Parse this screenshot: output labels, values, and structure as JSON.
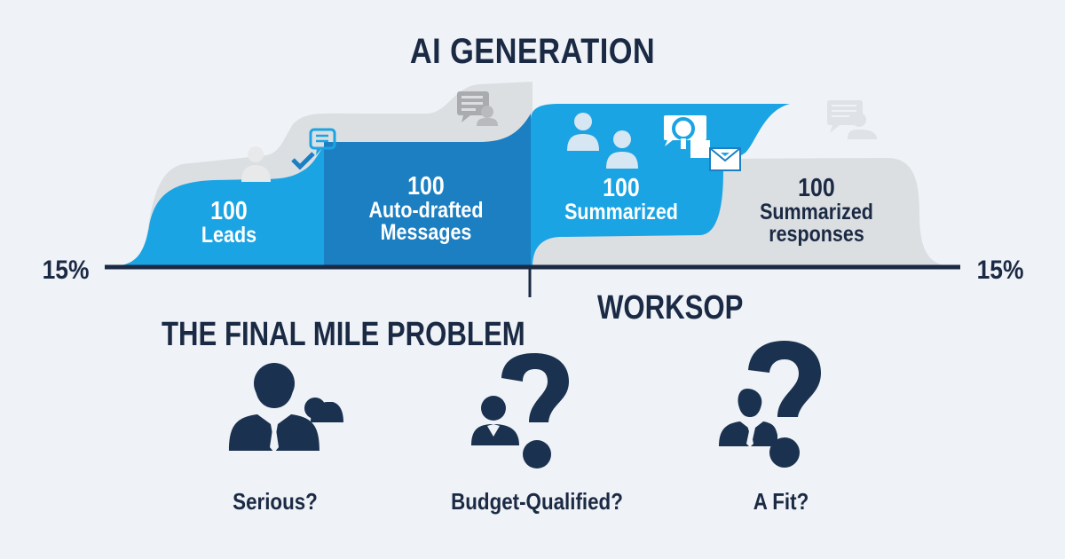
{
  "title": "AI GENERATION",
  "flow": {
    "stages": [
      {
        "number": "100",
        "label": "Leads",
        "fill": "#1ba4e3",
        "text_color": "#ffffff"
      },
      {
        "number": "100",
        "label_line1": "Auto-drafted",
        "label_line2": "Messages",
        "fill": "#1b7fc2",
        "text_color": "#ffffff"
      },
      {
        "number": "100",
        "label": "Summarized",
        "fill": "#1ba4e3",
        "text_color": "#ffffff"
      },
      {
        "number": "100",
        "label_line1": "Summarized",
        "label_line2": "responses",
        "fill": "#dcdfe2",
        "text_color": "#1b2a44"
      }
    ],
    "axis": {
      "left_label": "15%",
      "right_label": "15%",
      "color": "#1b2a44"
    },
    "icons": [
      "person-icon",
      "chat-check-icon",
      "message-person-icon",
      "two-people-icon",
      "lightbulb-chat-icon",
      "envelope-icon",
      "message-person-icon"
    ]
  },
  "sections": {
    "left_heading": "THE FINAL MILE PROBLEM",
    "right_heading": "WORKSOP"
  },
  "questions": [
    {
      "label": "Serious?",
      "icon": "business-people-icon"
    },
    {
      "label": "Budget-Qualified?",
      "icon": "person-question-icon"
    },
    {
      "label": "A Fit?",
      "icon": "businessman-question-icon"
    }
  ],
  "colors": {
    "background": "#eff2f6",
    "navy": "#1b2a44",
    "light_blue": "#1ba4e3",
    "mid_blue": "#1b7fc2",
    "gray": "#dcdfe2"
  }
}
